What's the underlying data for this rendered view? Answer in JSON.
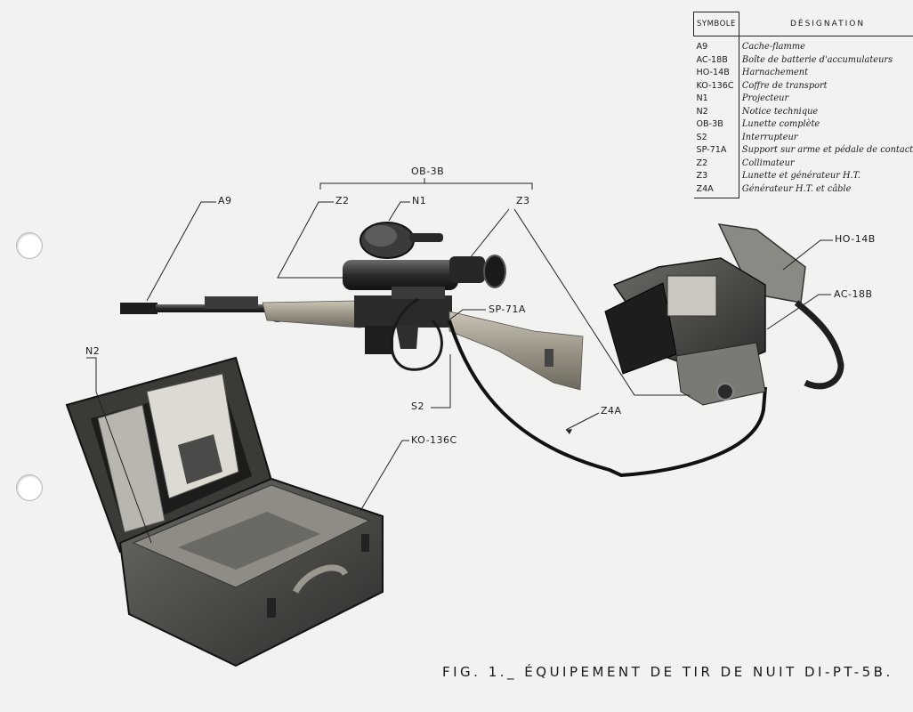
{
  "legend": {
    "header_symbol": "SYMBOLE",
    "header_designation": "DÉSIGNATION",
    "rows": [
      {
        "symbol": "A9",
        "designation": "Cache-flamme"
      },
      {
        "symbol": "AC-18B",
        "designation": "Boîte de batterie d'accumulateurs"
      },
      {
        "symbol": "HO-14B",
        "designation": "Harnachement"
      },
      {
        "symbol": "KO-136C",
        "designation": "Coffre de transport"
      },
      {
        "symbol": "N1",
        "designation": "Projecteur"
      },
      {
        "symbol": "N2",
        "designation": "Notice technique"
      },
      {
        "symbol": "OB-3B",
        "designation": "Lunette complète"
      },
      {
        "symbol": "S2",
        "designation": "Interrupteur"
      },
      {
        "symbol": "SP-71A",
        "designation": "Support sur arme et pédale de contact"
      },
      {
        "symbol": "Z2",
        "designation": "Collimateur"
      },
      {
        "symbol": "Z3",
        "designation": "Lunette et générateur H.T."
      },
      {
        "symbol": "Z4A",
        "designation": "Générateur H.T. et câble"
      }
    ]
  },
  "callouts": {
    "ob3b": "OB-3B",
    "a9": "A9",
    "z2": "Z2",
    "n1": "N1",
    "z3": "Z3",
    "sp71a": "SP-71A",
    "s2": "S2",
    "n2": "N2",
    "ko136c": "KO-136C",
    "z4a": "Z4A",
    "ho14b": "HO-14B",
    "ac18b": "AC-18B"
  },
  "caption": "FIG. 1._ ÉQUIPEMENT DE TIR DE NUIT DI-PT-5B."
}
